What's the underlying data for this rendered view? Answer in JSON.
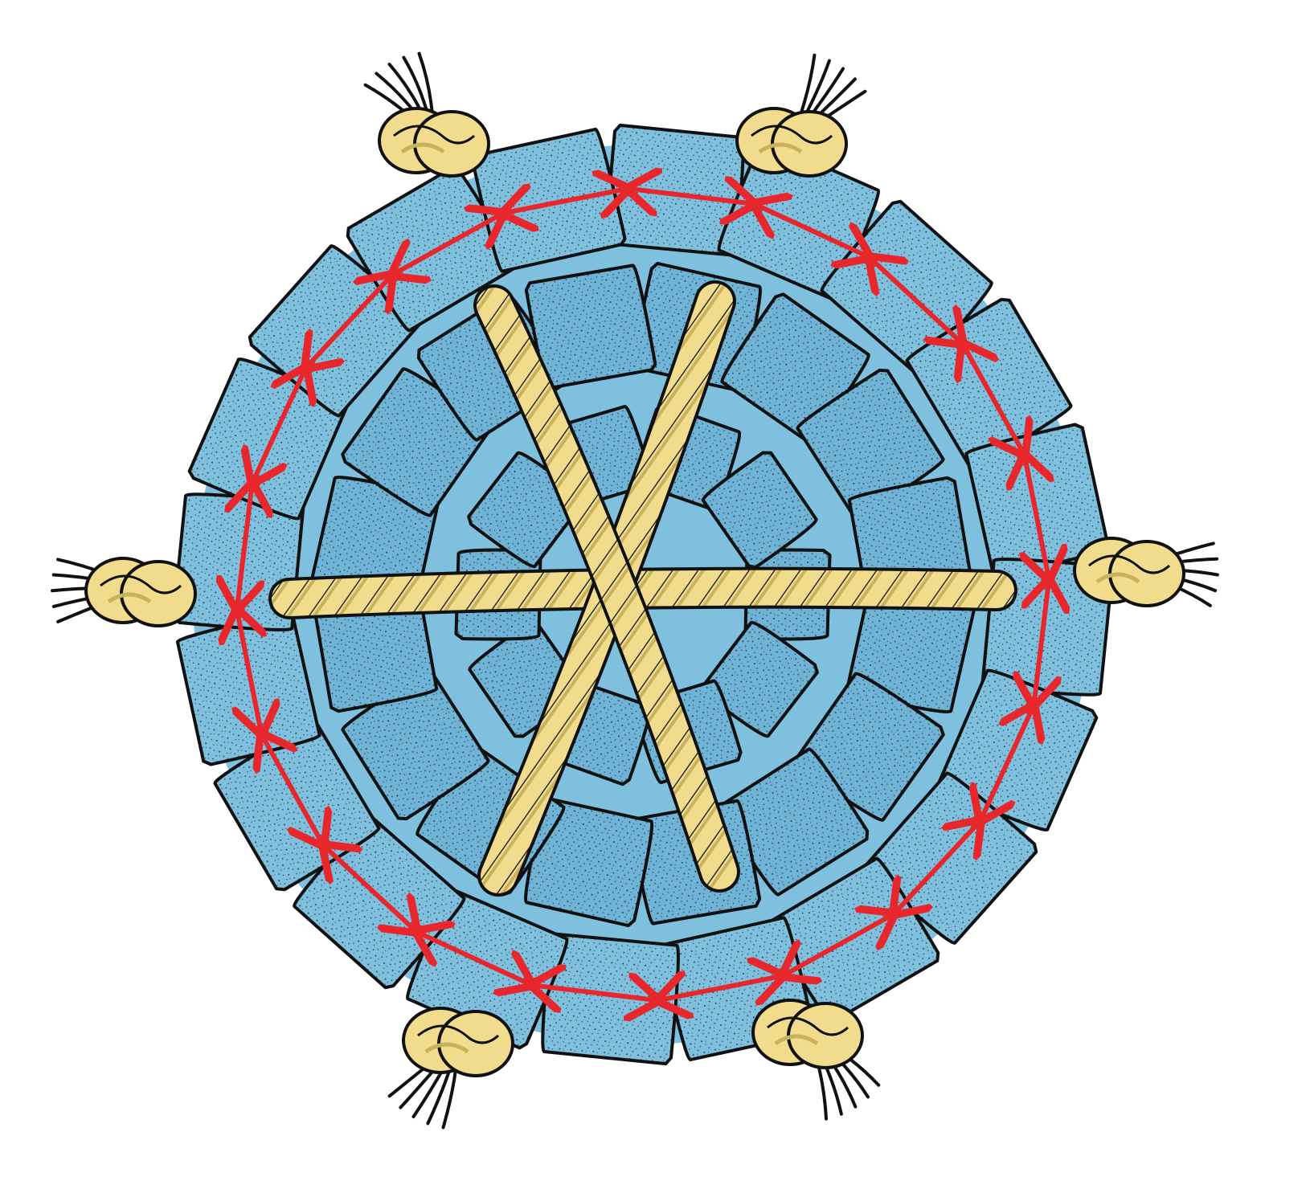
{
  "illustration": {
    "subject": "",
    "description_visible_text": ""
  },
  "colors": {
    "background": "#ffffff",
    "block_fill": "#7fc0df",
    "block_fill_inner": "#6fb3d6",
    "outline": "#111111",
    "rope": "#f1dc8e",
    "rope_shadow": "#c9b25c",
    "arrow": "#e8272d",
    "speckle": "#1a1a1a"
  },
  "parts": {
    "outer_ring_block_count": 20,
    "inner_ring_block_count": 16,
    "rope_strand_count": 3,
    "knotted_rope_end_count": 6,
    "red_double_arrow_count": 20
  },
  "icons": {
    "block": "foam-block-icon",
    "rope_knot": "rope-knot-icon",
    "arrow": "double-arrow-icon"
  }
}
